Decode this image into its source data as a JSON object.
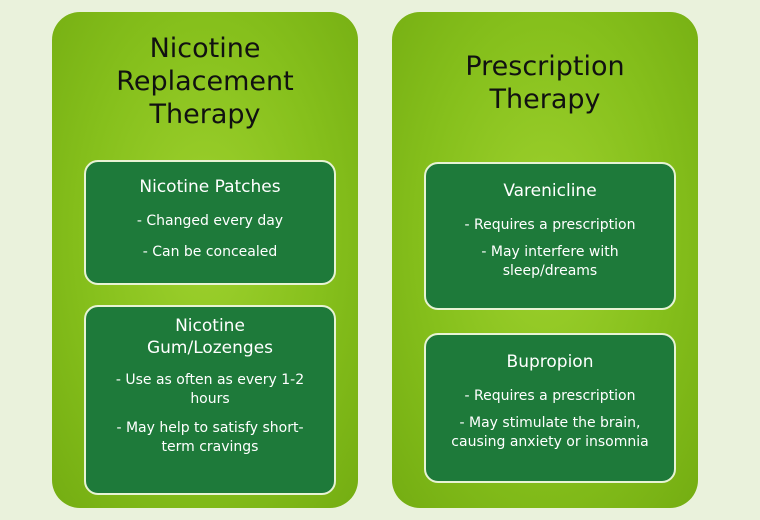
{
  "colors": {
    "background": "#eaf2dc",
    "panel": "#86c01c",
    "card": "#1e7a3a",
    "card_border": "#e8f3d4",
    "card_text": "#ffffff",
    "title_text": "#111111"
  },
  "panels": [
    {
      "title_lines": [
        "Nicotine",
        "Replacement",
        "Therapy"
      ],
      "cards": [
        {
          "title_lines": [
            "Nicotine Patches"
          ],
          "points": [
            [
              "- Changed every day"
            ],
            [
              "- Can be concealed"
            ]
          ]
        },
        {
          "title_lines": [
            "Nicotine",
            "Gum/Lozenges"
          ],
          "points": [
            [
              "- Use as often as every 1-2",
              "hours"
            ],
            [
              "- May help to satisfy short-",
              "term cravings"
            ]
          ]
        }
      ]
    },
    {
      "title_lines": [
        "Prescription",
        "Therapy"
      ],
      "cards": [
        {
          "title_lines": [
            "Varenicline"
          ],
          "points": [
            [
              "- Requires a prescription"
            ],
            [
              "- May interfere with",
              "sleep/dreams"
            ]
          ]
        },
        {
          "title_lines": [
            "Bupropion"
          ],
          "points": [
            [
              "- Requires a prescription"
            ],
            [
              "- May stimulate the brain,",
              "causing anxiety or insomnia"
            ]
          ]
        }
      ]
    }
  ]
}
